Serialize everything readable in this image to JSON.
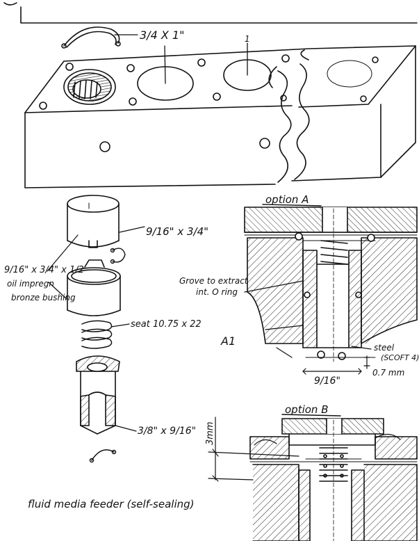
{
  "colors": {
    "ink": "#111111",
    "paper": "#ffffff",
    "hatch": "#333333"
  },
  "labels": {
    "top_dim": "3/4 X 1\"",
    "top_index": "1",
    "bushing_dim": "9/16\" x 3/4\"",
    "bushing_desc_1": "9/16\" x 3/4\" x 1/2",
    "bushing_desc_2": "oil impregn",
    "bushing_desc_3": "bronze bushing",
    "seat_dim": "seat 10.75 x 22",
    "piston_dim": "3/8\" x 9/16\"",
    "caption": "fluid media feeder (self-sealing)",
    "option_a": "option A",
    "groove_1": "Grove to extract",
    "groove_2": "int. O ring",
    "part_a1": "A1",
    "steel_1": "steel",
    "steel_2": "(SCOFT 4)",
    "gap_dim": "0.7 mm",
    "bore_dim": "9/16\"",
    "option_b": "option B",
    "height_dim": "3mm"
  }
}
